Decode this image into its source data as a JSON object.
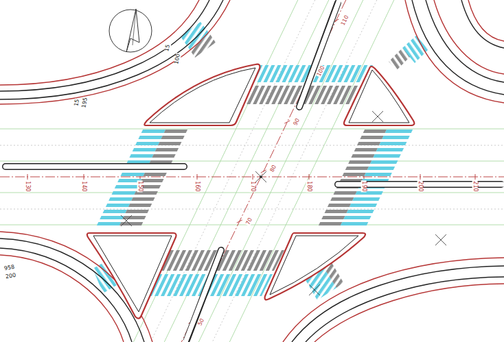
{
  "diagram": {
    "labels": [
      "130",
      "140",
      "150",
      "160",
      "170",
      "180",
      "190",
      "200",
      "210",
      "110",
      "100",
      "90",
      "80",
      "70",
      "50",
      "15",
      "100",
      "15",
      "195",
      "958",
      "200"
    ]
  }
}
